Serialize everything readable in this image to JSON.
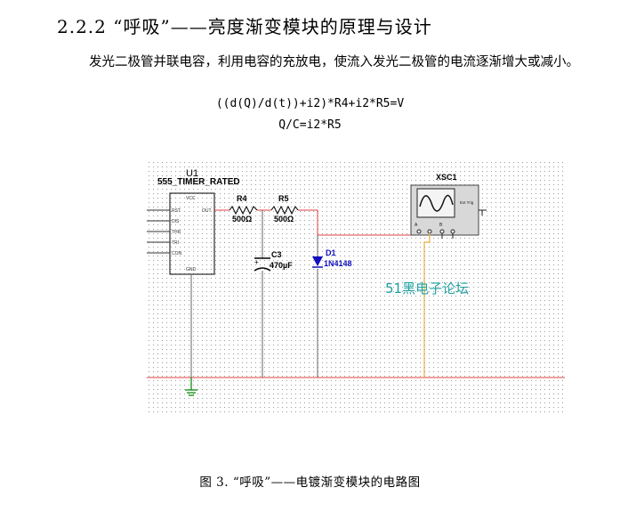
{
  "heading": "2.2.2 “呼吸”——亮度渐变模块的原理与设计",
  "paragraph": "发光二极管并联电容，利用电容的充放电，使流入发光二极管的电流逐渐增大或减小。",
  "formulas": [
    "((d(Q)/d(t))+i2)*R4+i2*R5=V",
    "Q/C=i2*R5"
  ],
  "circuit": {
    "u1_label": "U1",
    "u1_part": "555_TIMER_RATED",
    "pins_left": [
      "RST",
      "DIS",
      "THR",
      "TRI",
      "CON"
    ],
    "pin_vcc": "VCC",
    "pin_out": "OUT",
    "pin_gnd": "GND",
    "r4_label": "R4",
    "r4_value": "500Ω",
    "r5_label": "R5",
    "r5_value": "500Ω",
    "c3_label": "C3",
    "c3_value": "470µF",
    "d1_label": "D1",
    "d1_part": "1N4148",
    "scope_label": "XSC1",
    "scope_ext": "Ext Trig",
    "scope_a": "A",
    "scope_b": "B",
    "watermark": "51黑电子论坛",
    "colors": {
      "wire": "#e04040",
      "probe": "#e8b040",
      "label": "#1010c0",
      "watermark": "#20a0a0",
      "gnd": "#008000"
    }
  },
  "caption": "图 3. “呼吸”——电镀渐变模块的电路图"
}
